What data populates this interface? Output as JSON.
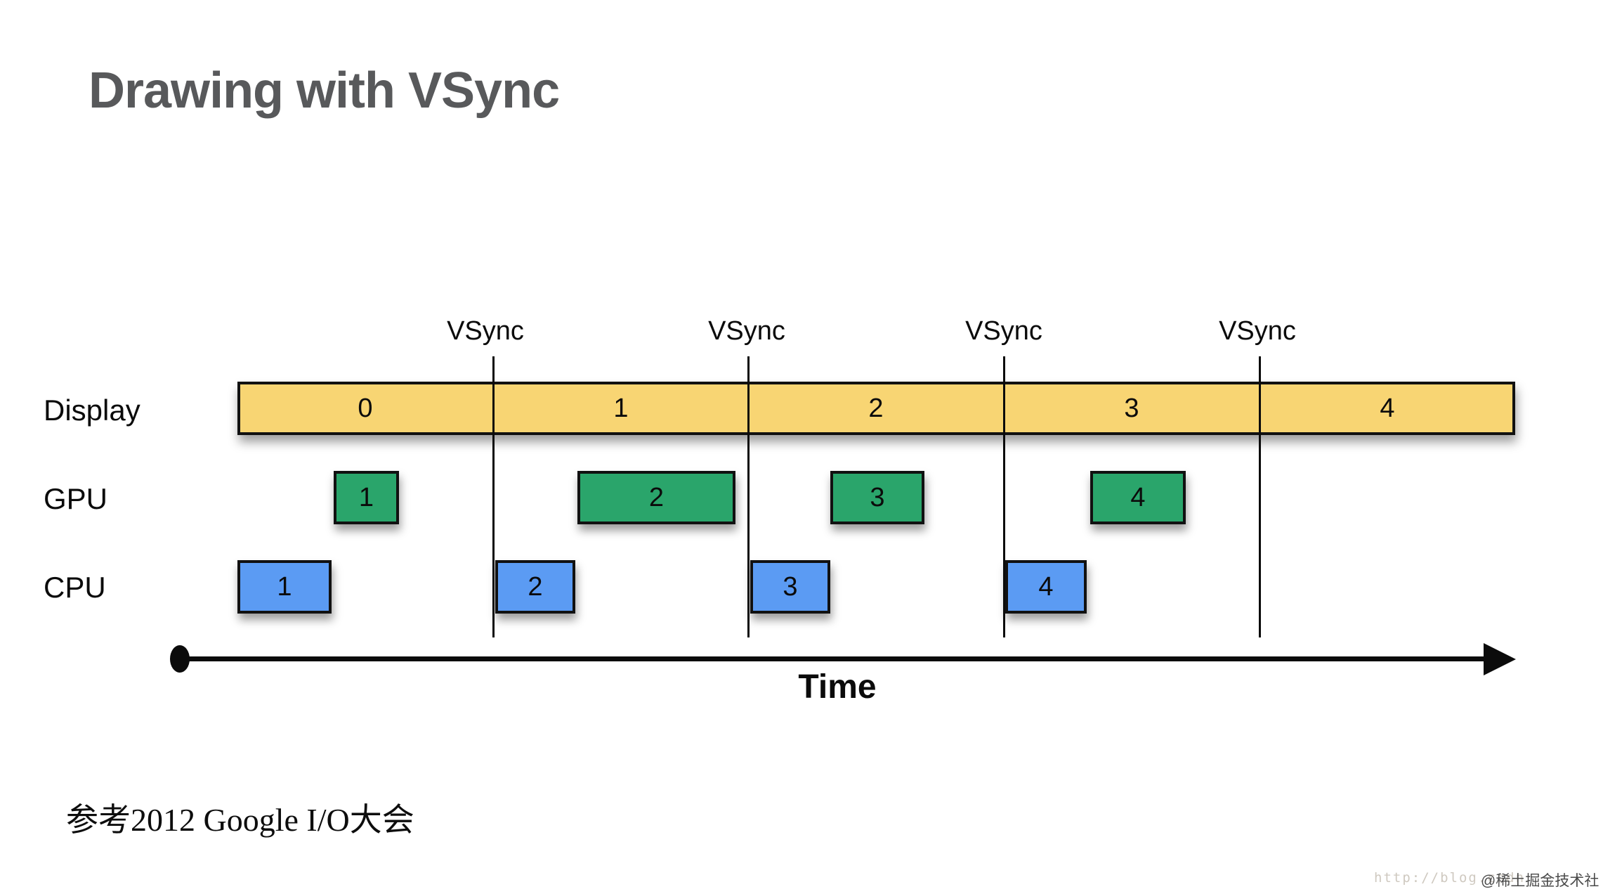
{
  "title": "Drawing with VSync",
  "colors": {
    "title": "#58595b",
    "display_bar": "#f8d573",
    "gpu_block": "#2aa56b",
    "cpu_block": "#5b9bf3",
    "line_black": "#0b0b0b"
  },
  "diagram": {
    "vsync_labels": [
      "VSync",
      "VSync",
      "VSync",
      "VSync"
    ],
    "rows": {
      "display": {
        "label": "Display"
      },
      "gpu": {
        "label": "GPU"
      },
      "cpu": {
        "label": "CPU"
      }
    },
    "display_frames": [
      {
        "label": "0"
      },
      {
        "label": "1"
      },
      {
        "label": "2"
      },
      {
        "label": "3"
      },
      {
        "label": "4"
      }
    ],
    "gpu_blocks": [
      {
        "label": "1"
      },
      {
        "label": "2"
      },
      {
        "label": "3"
      },
      {
        "label": "4"
      }
    ],
    "cpu_blocks": [
      {
        "label": "1"
      },
      {
        "label": "2"
      },
      {
        "label": "3"
      },
      {
        "label": "4"
      }
    ],
    "time_axis": {
      "label": "Time"
    }
  },
  "footer": {
    "reference_text": "参考2012 Google I/O大会"
  },
  "watermark": {
    "url_text": "http://blog.csdn",
    "site_text": "@稀土掘金技术社区"
  }
}
